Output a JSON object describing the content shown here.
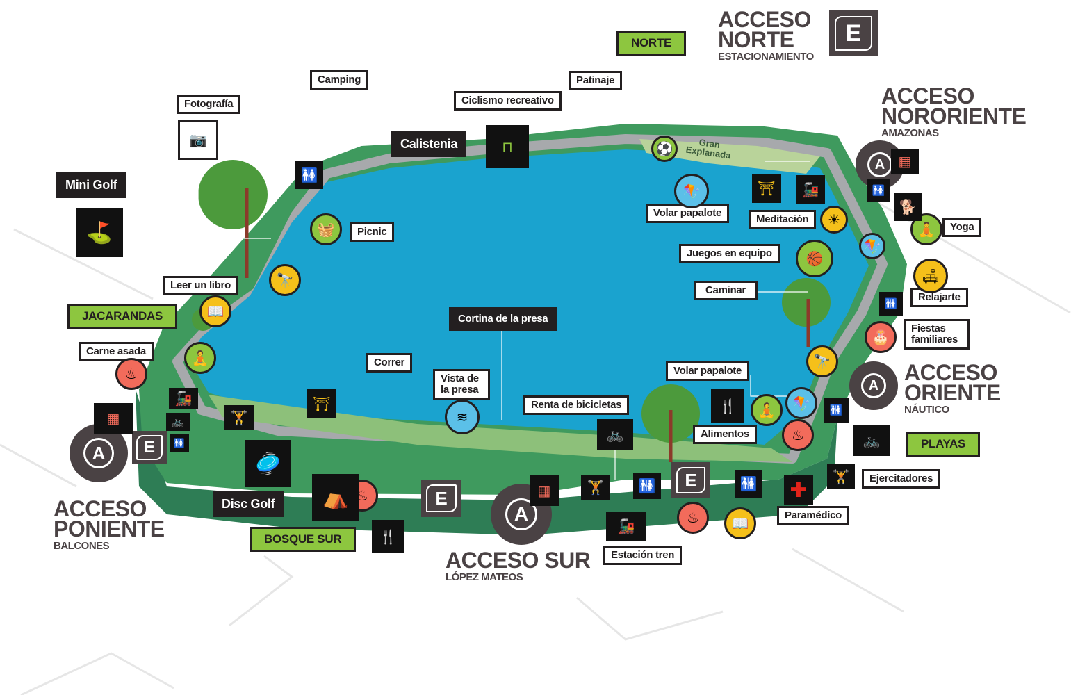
{
  "labels": [
    "Camping",
    "Fotografía",
    "Mini Golf",
    "NORTE",
    "Patinaje",
    "Ciclismo recreativo",
    "Calistenia",
    "Picnic",
    "Leer un libro",
    "JACARANDAS",
    "Carne asada",
    "Cortina de la presa",
    "Correr",
    "Vista de la presa",
    "Renta de bicicletas",
    "Volar papalote",
    "Meditación",
    "Juegos en equipo",
    "Caminar",
    "Yoga",
    "Relajarte",
    "Fiestas familiares",
    "Volar papalote",
    "Alimentos",
    "PLAYAS",
    "Ejercitadores",
    "Paramédico",
    "Estación tren",
    "Disc Golf",
    "BOSQUE SUR"
  ],
  "gran_explanada": "Gran Explanada",
  "accesses": [
    {
      "title": "ACCESO NORTE",
      "sub": "ESTACIONAMIENTO"
    },
    {
      "title": "ACCESO NORORIENTE",
      "sub": "AMAZONAS"
    },
    {
      "title": "ACCESO ORIENTE",
      "sub": "NÁUTICO"
    },
    {
      "title": "ACCESO SUR",
      "sub": "LÓPEZ MATEOS"
    },
    {
      "title": "ACCESO PONIENTE",
      "sub": "BALCONES"
    }
  ],
  "access_marker": "A",
  "parking_marker": "E",
  "colors": {
    "lake": "#1aa3cf",
    "land": "#3f9a5e",
    "path": "#a7a9ac",
    "green": "#8dc63f",
    "yellow": "#f5c01a",
    "salmon": "#f26b5b",
    "lightblue": "#5bc0e8",
    "dark": "#4a4244"
  }
}
